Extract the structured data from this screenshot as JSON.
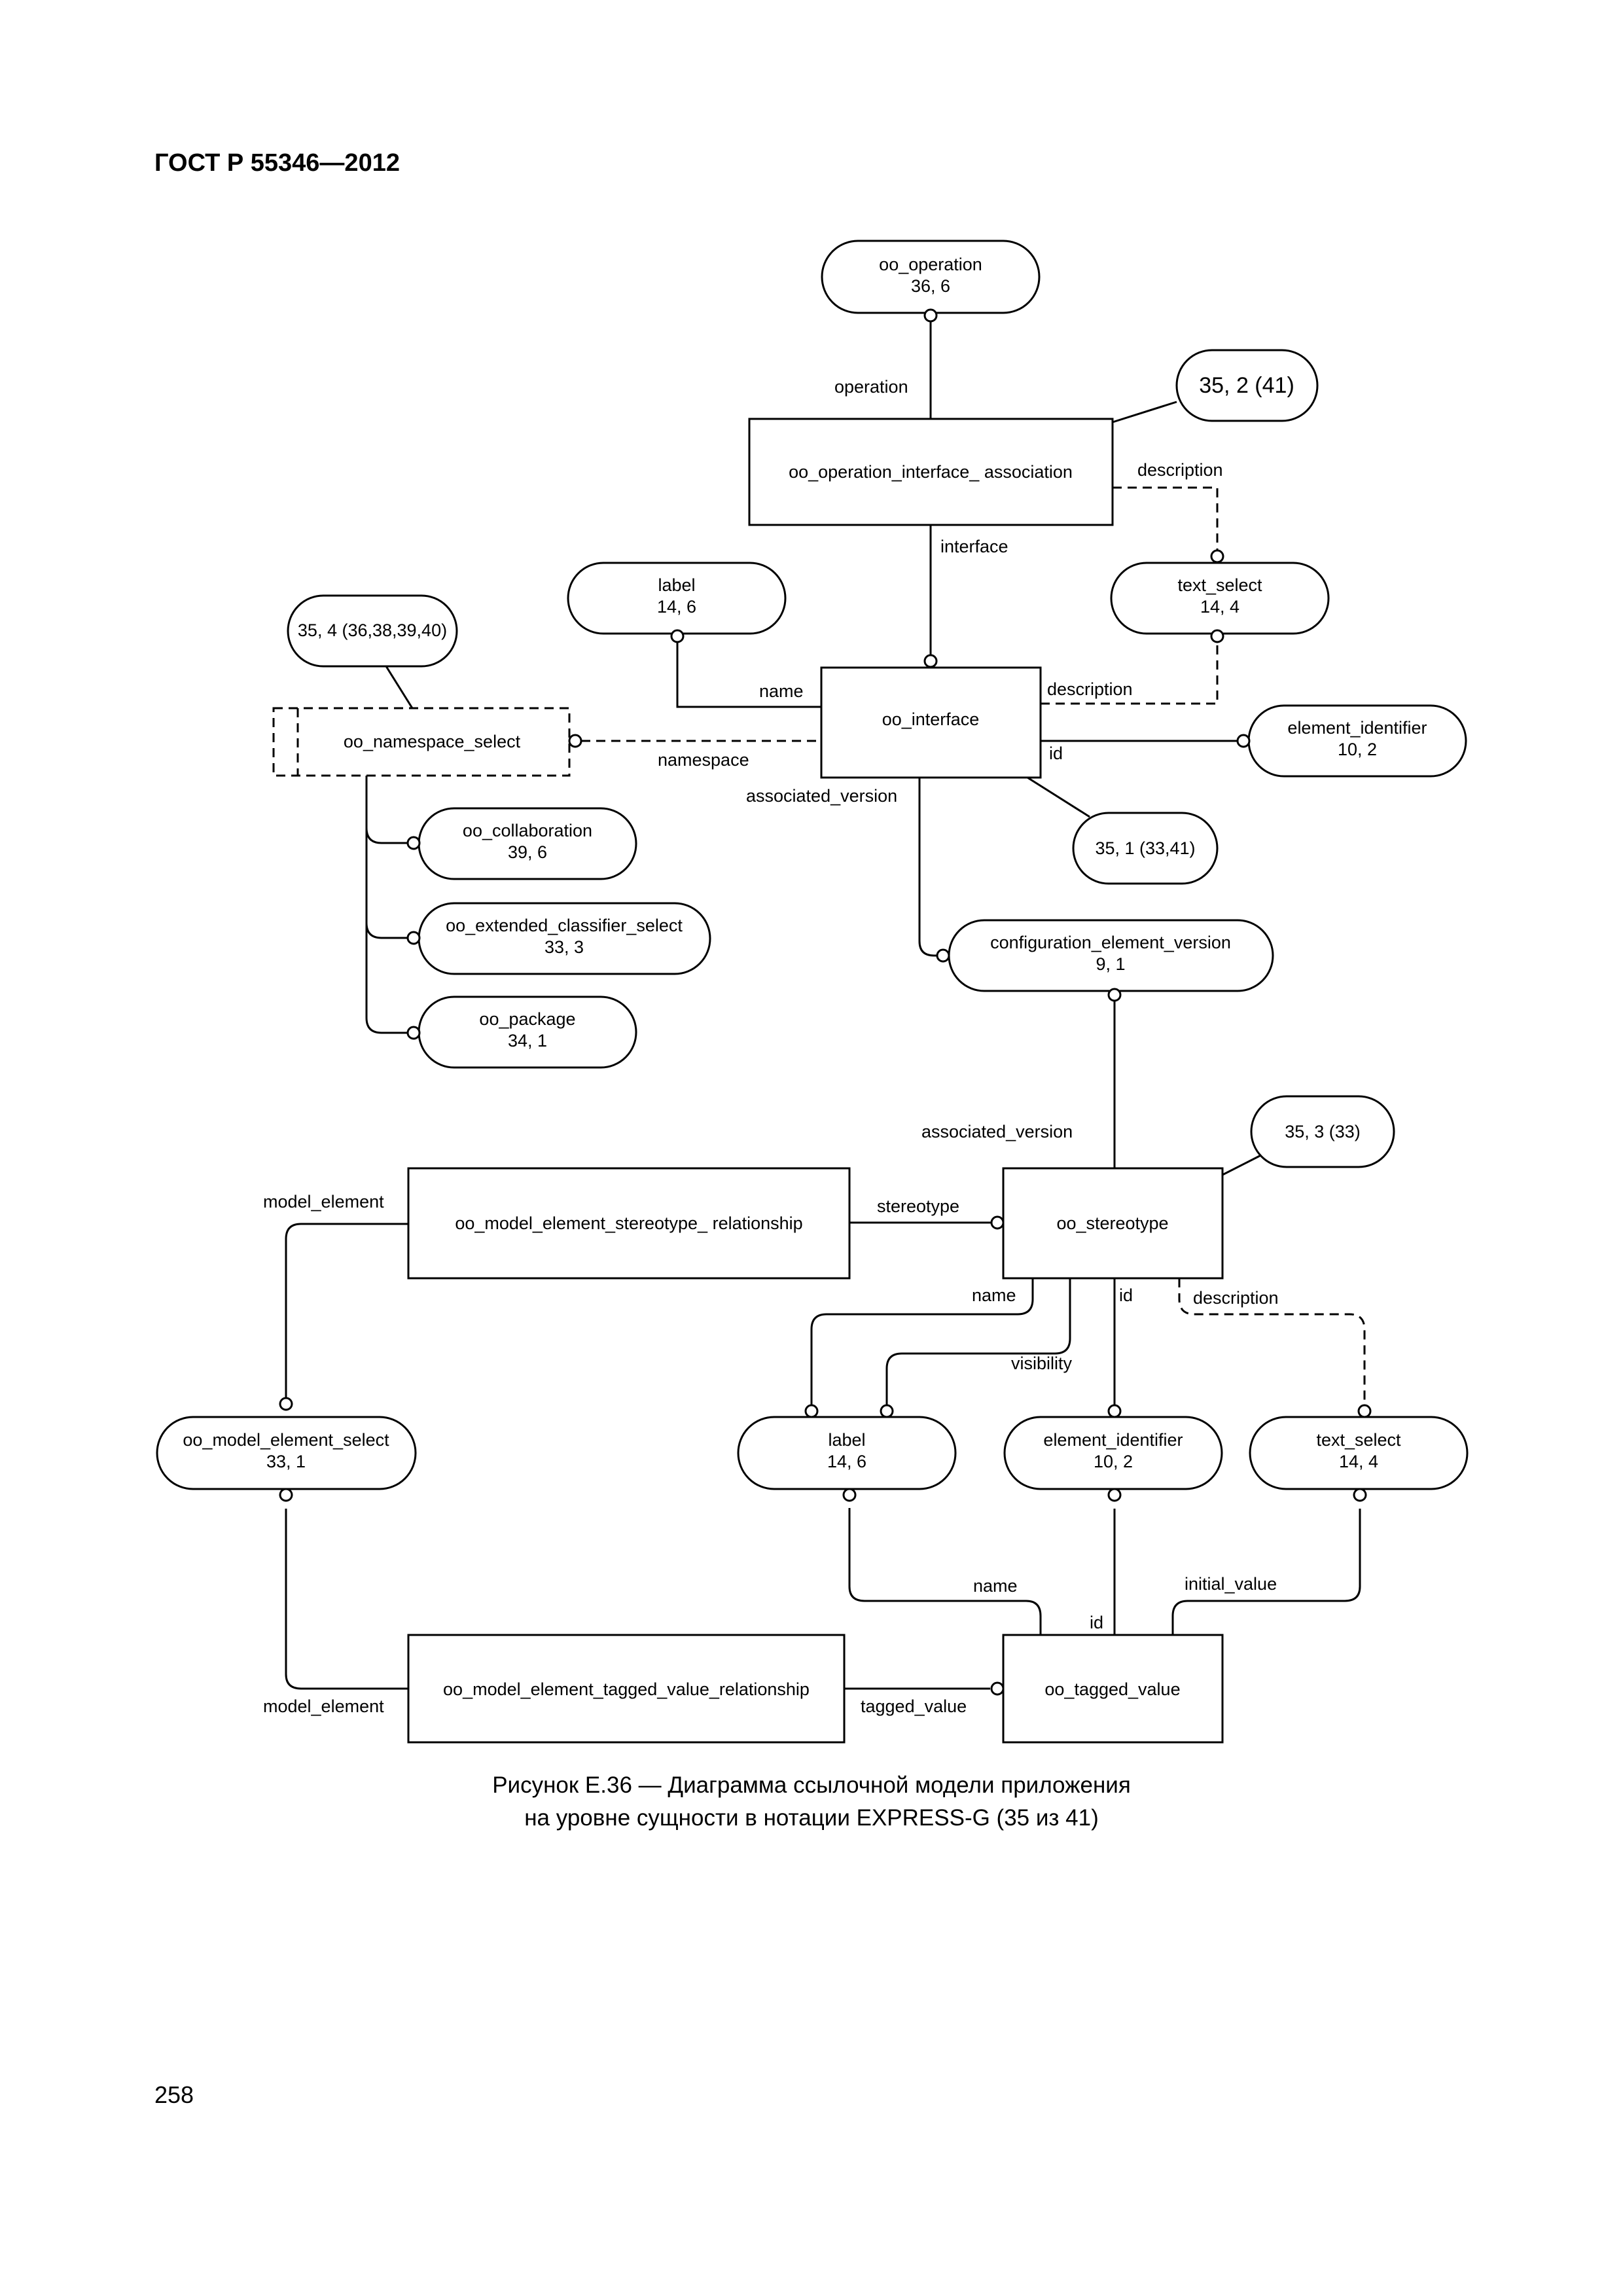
{
  "header": {
    "title": "ГОСТ Р 55346—2012"
  },
  "caption": {
    "line1": "Рисунок Е.36 — Диаграмма ссылочной модели приложения",
    "line2": "на уровне сущности в нотации EXPRESS-G (35 из 41)"
  },
  "page_number": "258",
  "colors": {
    "line": "#000000",
    "background": "#ffffff"
  },
  "diagram": {
    "nodes": {
      "oo_operation": {
        "line1": "oo_operation",
        "line2": "36, 6"
      },
      "ref_35_2": {
        "line1": "35, 2 (41)"
      },
      "oo_operation_interface_association": {
        "line1": "oo_operation_interface_ association"
      },
      "label_top": {
        "line1": "label",
        "line2": "14, 6"
      },
      "text_select_top": {
        "line1": "text_select",
        "line2": "14, 4"
      },
      "ref_35_4": {
        "line1": "35, 4 (36,38,39,40)"
      },
      "oo_namespace_select": {
        "line1": "oo_namespace_select"
      },
      "oo_interface": {
        "line1": "oo_interface"
      },
      "element_identifier_top": {
        "line1": "element_identifier",
        "line2": "10, 2"
      },
      "ref_35_1": {
        "line1": "35, 1 (33,41)"
      },
      "oo_collaboration": {
        "line1": "oo_collaboration",
        "line2": "39, 6"
      },
      "oo_extended_classifier_select": {
        "line1": "oo_extended_classifier_select",
        "line2": "33, 3"
      },
      "oo_package": {
        "line1": "oo_package",
        "line2": "34, 1"
      },
      "configuration_element_version": {
        "line1": "configuration_element_version",
        "line2": "9, 1"
      },
      "ref_35_3": {
        "line1": "35, 3 (33)"
      },
      "oo_model_element_stereotype_relationship": {
        "line1": "oo_model_element_stereotype_ relationship"
      },
      "oo_stereotype": {
        "line1": "oo_stereotype"
      },
      "oo_model_element_select": {
        "line1": "oo_model_element_select",
        "line2": "33, 1"
      },
      "label_bottom": {
        "line1": "label",
        "line2": "14, 6"
      },
      "element_identifier_bottom": {
        "line1": "element_identifier",
        "line2": "10, 2"
      },
      "text_select_bottom": {
        "line1": "text_select",
        "line2": "14, 4"
      },
      "oo_model_element_tagged_value_relationship": {
        "line1": "oo_model_element_tagged_value_relationship"
      },
      "oo_tagged_value": {
        "line1": "oo_tagged_value"
      }
    },
    "edge_labels": {
      "operation": "operation",
      "description_top": "description",
      "interface": "interface",
      "name_interface": "name",
      "description_interface": "description",
      "namespace": "namespace",
      "id_interface": "id",
      "associated_version_interface": "associated_version",
      "associated_version_stereotype": "associated_version",
      "model_element_top": "model_element",
      "stereotype": "stereotype",
      "name_stereotype": "name",
      "id_stereotype": "id",
      "description_stereotype": "description",
      "visibility": "visibility",
      "name_tagged": "name",
      "initial_value": "initial_value",
      "id_tagged": "id",
      "model_element_bottom": "model_element",
      "tagged_value": "tagged_value"
    }
  }
}
